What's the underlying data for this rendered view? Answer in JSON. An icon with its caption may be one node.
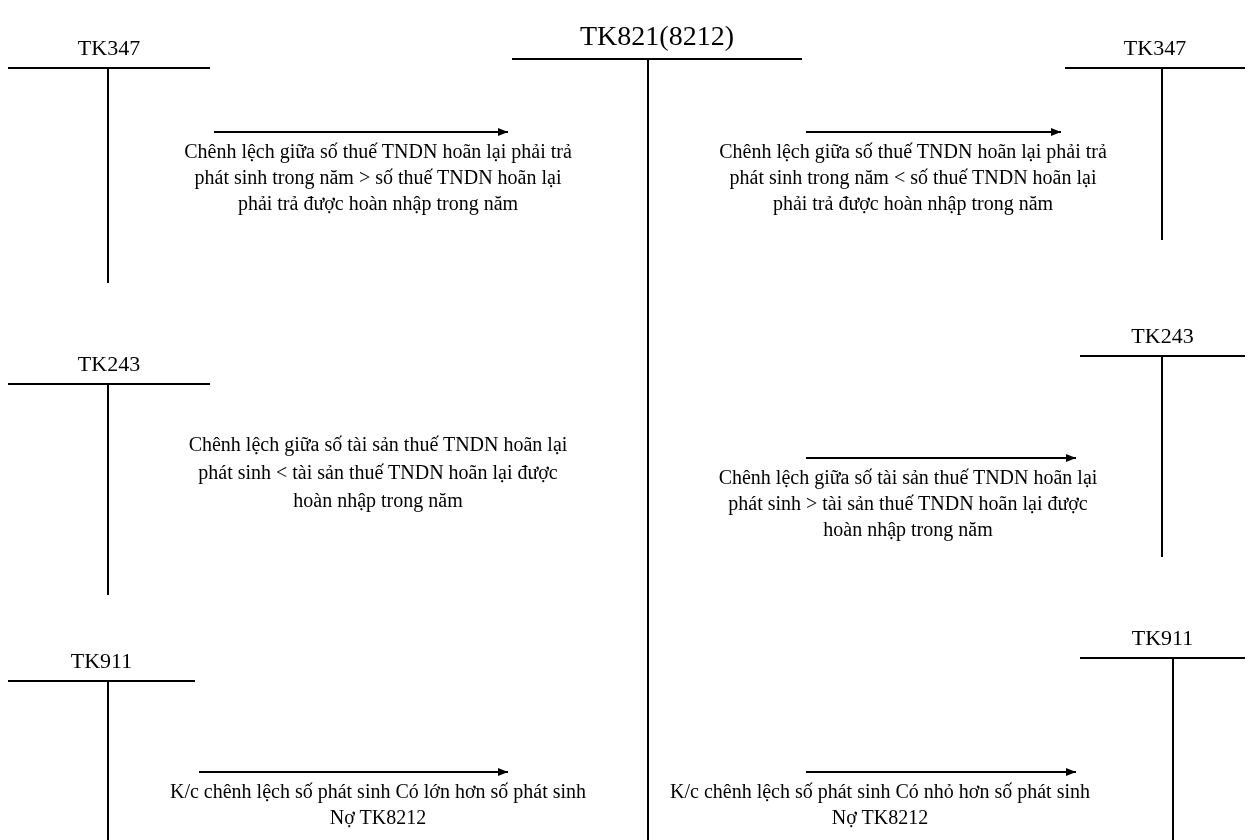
{
  "diagram": {
    "nodes": [
      {
        "text": [
          "TK347"
        ]
      },
      {
        "text": [
          "TK243"
        ]
      },
      {
        "text": [
          "TK911"
        ]
      },
      {
        "text": [
          "TK821(8212)"
        ]
      },
      {
        "text": [
          "TK347"
        ]
      },
      {
        "text": [
          "TK243"
        ]
      },
      {
        "text": [
          "TK911"
        ]
      }
    ],
    "edges": [
      {
        "from": 0,
        "to": 3,
        "arrow": "to",
        "label": "Chênh lệch giữa số thuế TNDN hoãn lại phải trả phát sinh trong năm > số thuế TNDN hoãn lại phải trả được hoàn nhập trong năm"
      },
      {
        "from": 3,
        "to": 4,
        "arrow": "to",
        "label": "Chênh lệch giữa số thuế TNDN hoãn lại phải trả phát sinh trong năm < số thuế TNDN hoãn lại phải trả được hoàn nhập trong năm"
      },
      {
        "from": 3,
        "to": 5,
        "arrow": "to",
        "label": "Chênh lệch giữa số tài sản thuế TNDN hoãn lại phát sinh > tài sản thuế TNDN hoãn lại được hoàn nhập trong năm"
      },
      {
        "from": 2,
        "to": 3,
        "arrow": "to",
        "label": "K/c chênh lệch số phát sinh Có lớn hơn số phát sinh Nợ TK8212"
      },
      {
        "from": 3,
        "to": 6,
        "arrow": "to",
        "label": "K/c chênh lệch số phát sinh Có nhỏ hơn số phát sinh Nợ TK8212"
      }
    ],
    "labels": [
      "Chênh lệch giữa số tài sản thuế TNDN hoãn lại phát sinh < tài sản thuế TNDN hoãn lại được hoàn nhập trong năm"
    ]
  }
}
